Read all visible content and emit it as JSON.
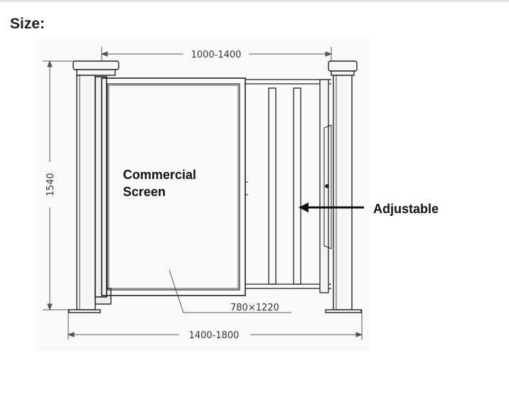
{
  "heading": "Size:",
  "dimensions": {
    "top_width": "1000-1400",
    "height": "1540",
    "screen_size": "780×1220",
    "bottom_width": "1400-1800"
  },
  "labels": {
    "screen_line1": "Commercial",
    "screen_line2": "Screen",
    "adjustable": "Adjustable"
  },
  "colors": {
    "line": "#222222",
    "dim_line": "#555555",
    "frame_fill": "#f4f4f4"
  }
}
